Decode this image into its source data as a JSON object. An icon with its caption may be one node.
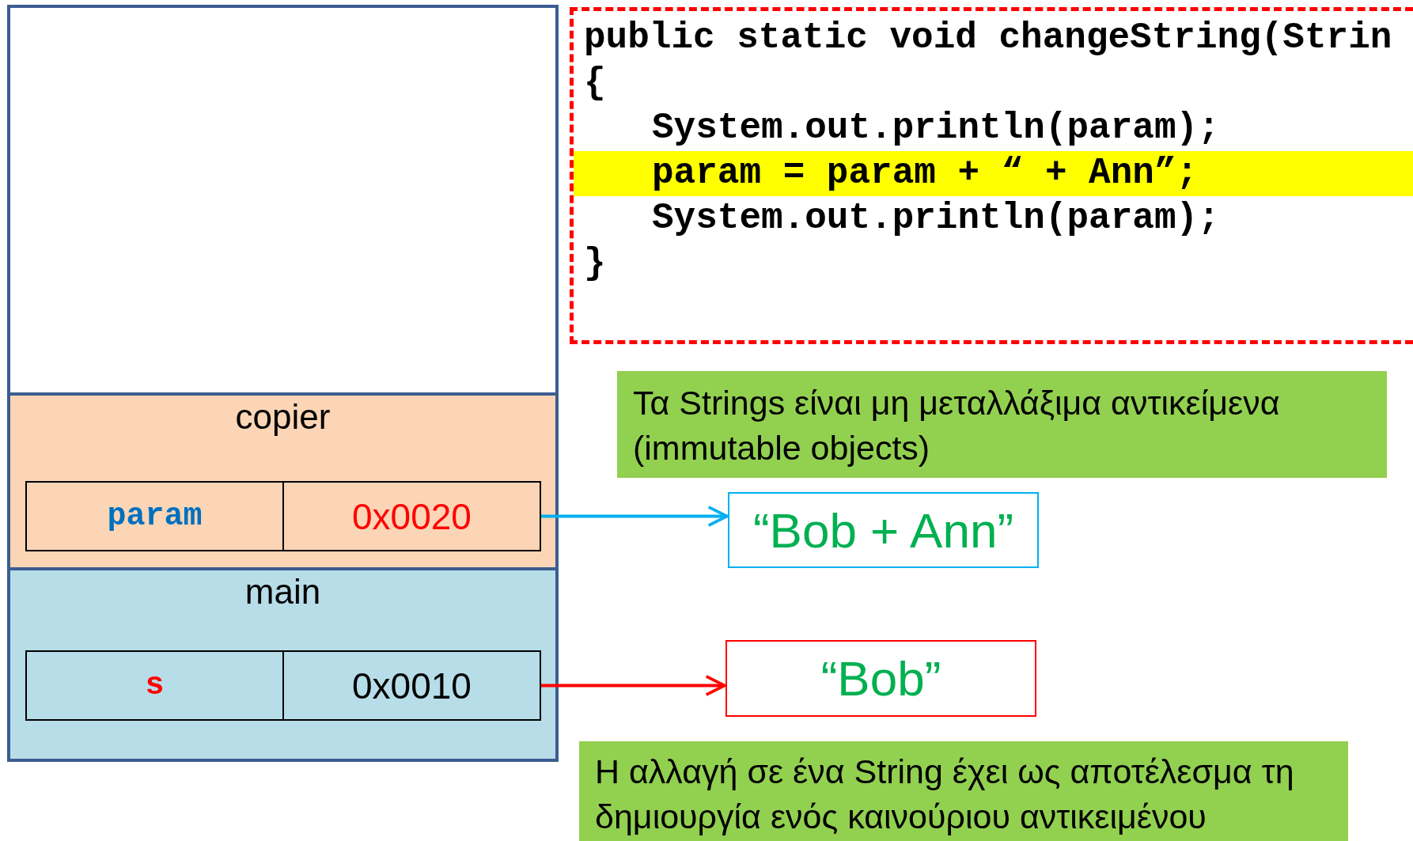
{
  "diagram": {
    "nodes": [
      {
        "text": [],
        "shape": "box"
      },
      {
        "text": [
          "public static void changeString(Strin",
          "{",
          "System.out.println(param);",
          "param = param + “ + Ann”;",
          "System.out.println(param);",
          "}"
        ]
      },
      {
        "text": [
          "copier"
        ],
        "in": 0
      },
      {
        "text": [
          "param"
        ],
        "in": 2
      },
      {
        "text": [
          "0x0020"
        ],
        "in": 2
      },
      {
        "text": [
          "main"
        ],
        "in": 0
      },
      {
        "text": [
          "s"
        ],
        "in": 5
      },
      {
        "text": [
          "0x0010"
        ],
        "in": 5
      },
      {
        "text": [
          "Τα Strings είναι μη μεταλλάξιμα αντικείμενα (immutable objects)"
        ]
      },
      {
        "text": [
          "“Bob + Ann”"
        ]
      },
      {
        "text": [
          "“Bob”"
        ]
      },
      {
        "text": [
          "Η αλλαγή σε ένα String έχει ως αποτέλεσμα τη δημιουργία ενός καινούριου αντικειμένου"
        ]
      }
    ],
    "edges": [
      {
        "from": 4,
        "to": 9,
        "arrow": "to",
        "color": "#00b0f0"
      },
      {
        "from": 7,
        "to": 10,
        "arrow": "to",
        "color": "#ff0000"
      }
    ]
  }
}
